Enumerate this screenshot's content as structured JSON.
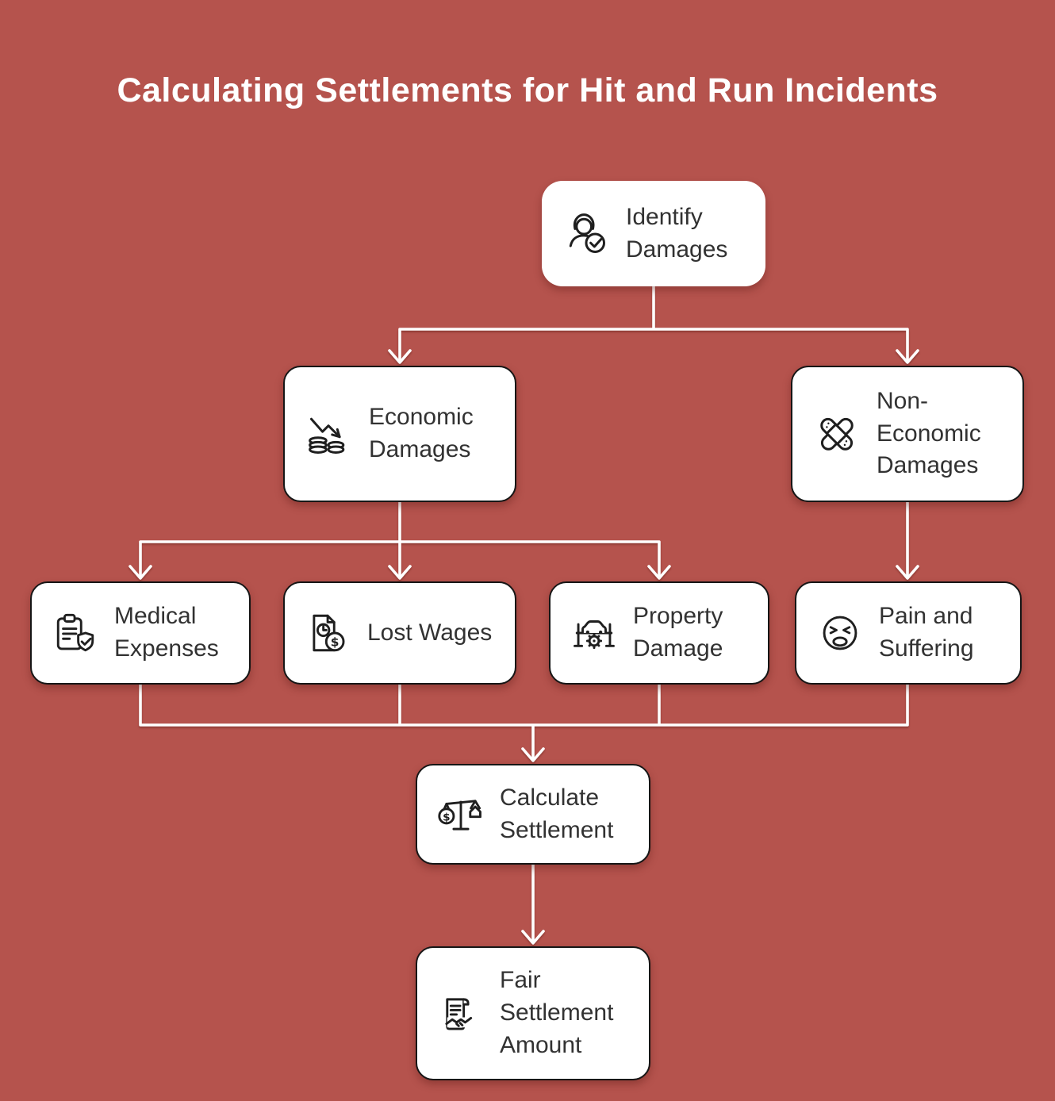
{
  "title": "Calculating Settlements for Hit and Run Incidents",
  "colors": {
    "background": "#b5534d",
    "node_background": "#ffffff",
    "node_border": "#161616",
    "node_text": "#323232",
    "title_text": "#ffffff",
    "connector": "#ffffff"
  },
  "glyphs": {
    "dollar": "$"
  },
  "nodes": [
    {
      "id": "identify-damages",
      "label": "Identify\nDamages",
      "icon": "person-check-icon"
    },
    {
      "id": "economic-damages",
      "label": "Economic\nDamages",
      "icon": "coins-decline-icon"
    },
    {
      "id": "non-economic-damages",
      "label": "Non-\nEconomic\nDamages",
      "icon": "crossed-bandages-icon"
    },
    {
      "id": "medical-expenses",
      "label": "Medical\nExpenses",
      "icon": "clipboard-shield-check-icon"
    },
    {
      "id": "lost-wages",
      "label": "Lost Wages",
      "icon": "document-clock-dollar-icon"
    },
    {
      "id": "property-damage",
      "label": "Property\nDamage",
      "icon": "car-lift-gear-icon"
    },
    {
      "id": "pain-and-suffering",
      "label": "Pain and\nSuffering",
      "icon": "distressed-face-icon"
    },
    {
      "id": "calculate-settlement",
      "label": "Calculate\nSettlement",
      "icon": "balance-scale-icon"
    },
    {
      "id": "fair-settlement-amount",
      "label": "Fair\nSettlement\nAmount",
      "icon": "contract-handshake-icon"
    }
  ],
  "edges": [
    {
      "from": "identify-damages",
      "to": "economic-damages"
    },
    {
      "from": "identify-damages",
      "to": "non-economic-damages"
    },
    {
      "from": "economic-damages",
      "to": "medical-expenses"
    },
    {
      "from": "economic-damages",
      "to": "lost-wages"
    },
    {
      "from": "economic-damages",
      "to": "property-damage"
    },
    {
      "from": "non-economic-damages",
      "to": "pain-and-suffering"
    },
    {
      "from": "medical-expenses",
      "to": "calculate-settlement"
    },
    {
      "from": "lost-wages",
      "to": "calculate-settlement"
    },
    {
      "from": "property-damage",
      "to": "calculate-settlement"
    },
    {
      "from": "pain-and-suffering",
      "to": "calculate-settlement"
    },
    {
      "from": "calculate-settlement",
      "to": "fair-settlement-amount"
    }
  ]
}
